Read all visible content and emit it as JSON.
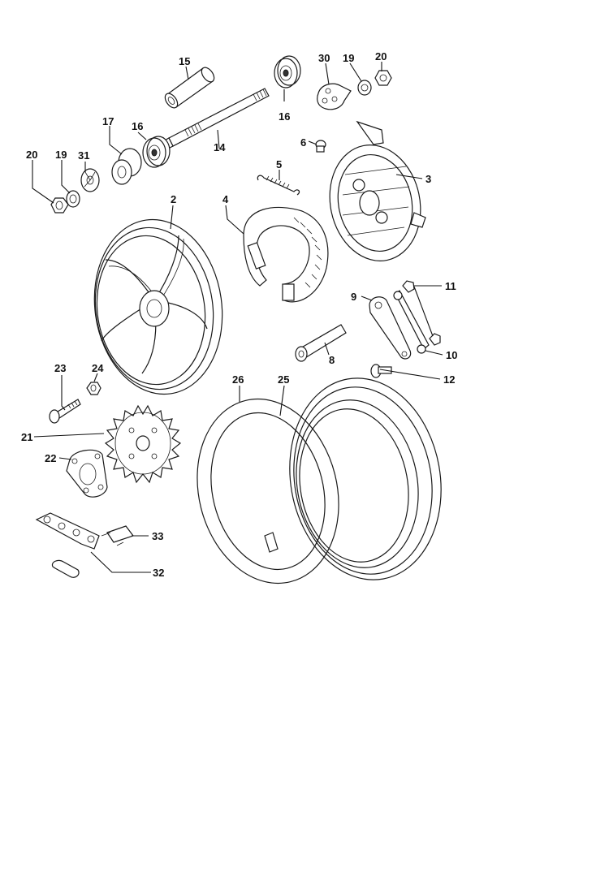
{
  "callouts": {
    "p2": "2",
    "p3": "3",
    "p4": "4",
    "p5": "5",
    "p6": "6",
    "p8": "8",
    "p9": "9",
    "p10": "10",
    "p11": "11",
    "p12": "12",
    "p14": "14",
    "p15": "15",
    "p16a": "16",
    "p16b": "16",
    "p17": "17",
    "p19a": "19",
    "p19b": "19",
    "p20a": "20",
    "p20b": "20",
    "p21": "21",
    "p22": "22",
    "p23": "23",
    "p24": "24",
    "p25": "25",
    "p26": "26",
    "p30": "30",
    "p31": "31",
    "p32": "32",
    "p33": "33"
  },
  "colors": {
    "line": "#1a1a1a",
    "background": "#ffffff"
  }
}
